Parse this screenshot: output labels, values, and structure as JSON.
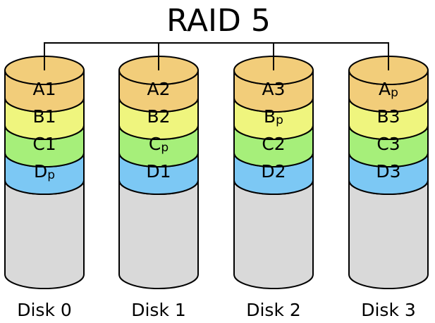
{
  "title": "RAID 5",
  "colors": {
    "row_a": "#f2cd7a",
    "row_b": "#eff57e",
    "row_c": "#a6ef7a",
    "row_d": "#7cc8f4",
    "empty": "#d9d9d9",
    "outline": "#000000"
  },
  "disks": [
    {
      "label": "Disk 0",
      "blocks": [
        {
          "main": "A",
          "sub": "1"
        },
        {
          "main": "B",
          "sub": "1"
        },
        {
          "main": "C",
          "sub": "1"
        },
        {
          "main": "D",
          "sub": "p"
        }
      ]
    },
    {
      "label": "Disk 1",
      "blocks": [
        {
          "main": "A",
          "sub": "2"
        },
        {
          "main": "B",
          "sub": "2"
        },
        {
          "main": "C",
          "sub": "p"
        },
        {
          "main": "D",
          "sub": "1"
        }
      ]
    },
    {
      "label": "Disk 2",
      "blocks": [
        {
          "main": "A",
          "sub": "3"
        },
        {
          "main": "B",
          "sub": "p"
        },
        {
          "main": "C",
          "sub": "2"
        },
        {
          "main": "D",
          "sub": "2"
        }
      ]
    },
    {
      "label": "Disk 3",
      "blocks": [
        {
          "main": "A",
          "sub": "p"
        },
        {
          "main": "B",
          "sub": "3"
        },
        {
          "main": "C",
          "sub": "3"
        },
        {
          "main": "D",
          "sub": "3"
        }
      ]
    }
  ]
}
